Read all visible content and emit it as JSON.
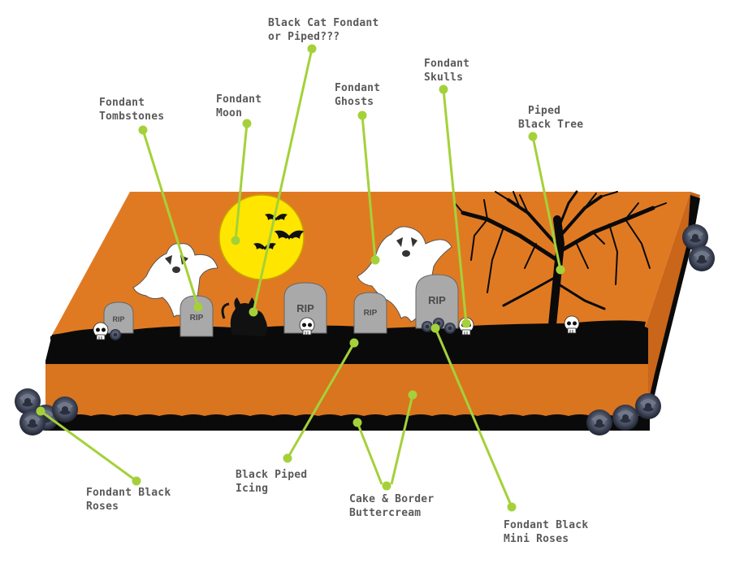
{
  "labels": {
    "black_cat": [
      "Black Cat Fondant",
      "or Piped???"
    ],
    "tombstones": [
      "Fondant",
      "Tombstones"
    ],
    "moon": [
      "Fondant",
      "Moon"
    ],
    "ghosts": [
      "Fondant",
      "Ghosts"
    ],
    "skulls": [
      "Fondant",
      "Skulls"
    ],
    "tree": [
      "Piped",
      "Black Tree"
    ],
    "black_roses": [
      "Fondant Black",
      "Roses"
    ],
    "piped_icing": [
      "Black Piped",
      "Icing"
    ],
    "cake_border": [
      "Cake & Border",
      "Buttercream"
    ],
    "mini_roses": [
      "Fondant Black",
      "Mini Roses"
    ]
  },
  "tombstone_text": "RIP",
  "colors": {
    "cake_orange": "#d9741f",
    "cake_top": "#e07a22",
    "icing_black": "#0a0a0a",
    "moon_yellow": "#ffe600",
    "leader_green": "#a4d13a",
    "label_gray": "#5a5a5a",
    "rose_gray": "#4a5568"
  }
}
